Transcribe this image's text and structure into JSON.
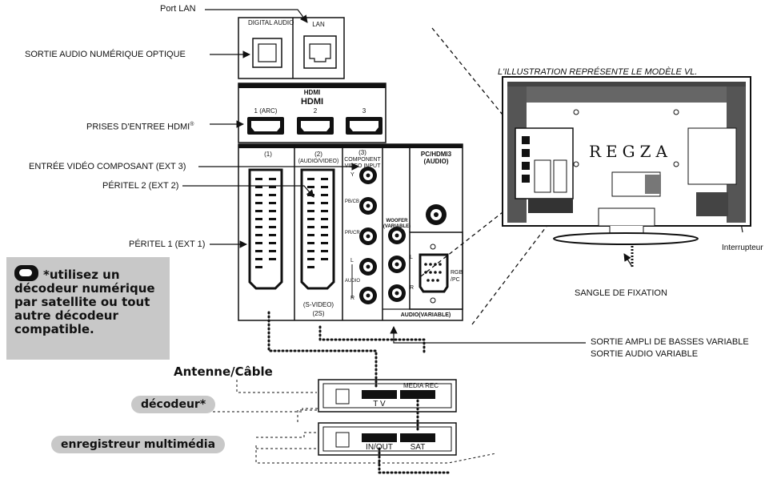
{
  "labels": {
    "port_lan": "Port LAN",
    "sortie_audio_num": "SORTIE AUDIO NUMÉRIQUE OPTIQUE",
    "prises_hdmi": "PRISES D'ENTREE HDMI",
    "prises_hdmi_reg": "®",
    "entree_video_comp": "ENTRÉE VIDÉO COMPOSANT (EXT 3)",
    "peritel2": "PÉRITEL 2 (EXT 2)",
    "peritel1": "PÉRITEL 1 (EXT 1)",
    "illustration_caption": "L'ILLUSTRATION REPRÉSENTE LE MODÈLE VL.",
    "interrupteur": "Interrupteur",
    "sangle": "SANGLE DE FIXATION",
    "sortie_ampli": "SORTIE AMPLI DE BASSES VARIABLE",
    "sortie_audio_var": "SORTIE AUDIO VARIABLE",
    "antenne": "Antenne/Câble",
    "decodeur": "décodeur*",
    "enregistreur": "enregistreur multimédia"
  },
  "note": {
    "text": "*utilisez un décodeur numérique par satellite ou tout autre décodeur compatible."
  },
  "panel": {
    "digital_audio": "DIGITAL AUDIO",
    "lan": "LAN",
    "hdmi_header": "HDMI",
    "hdmi_logo": "HDMI",
    "hdmi_ports": [
      "1 (ARC)",
      "2",
      "3"
    ],
    "scart1": "(1)",
    "scart2": "(2)",
    "audio_video": "(AUDIO/VIDEO)",
    "component_num": "(3)",
    "component": "COMPONENT",
    "video_input": "VIDEO INPUT",
    "y": "Y",
    "pb": "PB/CB",
    "pr": "PR/CR",
    "l": "L",
    "audio": "AUDIO",
    "r": "R",
    "woofer": "WOOFER",
    "variable": "(VARIABLE)",
    "pc_hdmi3": "PC/HDMI3",
    "pc_audio": "(AUDIO)",
    "rgb": "RGB",
    "pc": "/PC",
    "s_video": "(S-VIDEO)",
    "two_s": "(2S)",
    "audio_variable": "AUDIO(VARIABLE)",
    "wl": "L",
    "wr": "R"
  },
  "devices": {
    "media_rec": "MEDIA REC",
    "tv": "T V",
    "in_out": "IN/OUT",
    "sat": "SAT"
  },
  "tv": {
    "brand": "REGZA"
  }
}
